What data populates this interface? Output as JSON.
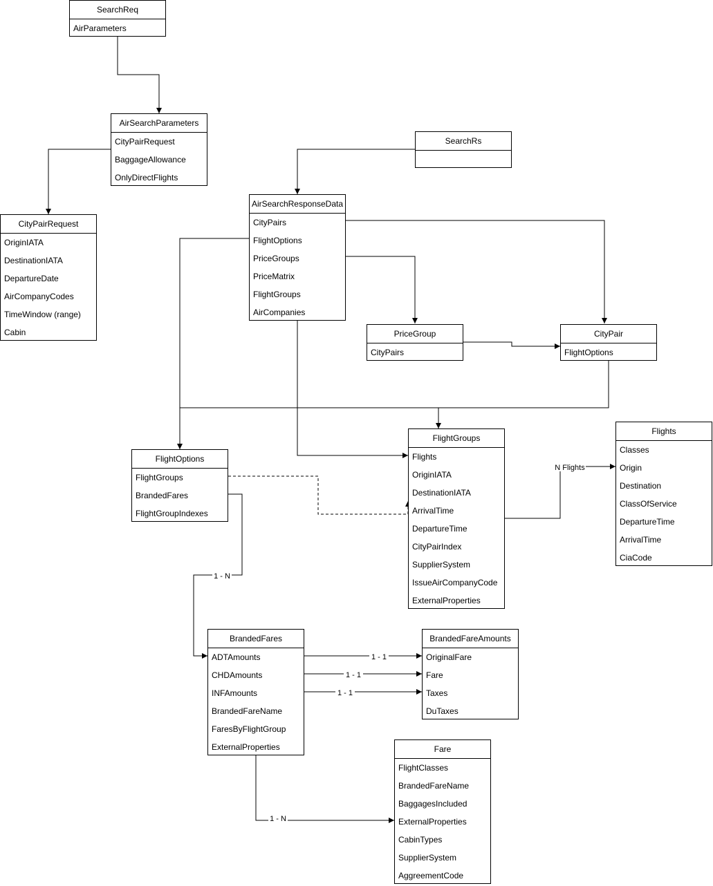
{
  "entities": [
    {
      "id": "searchreq",
      "title": "SearchReq",
      "fields": [
        "AirParameters"
      ]
    },
    {
      "id": "airsearchparameters",
      "title": "AirSearchParameters",
      "fields": [
        "CityPairRequest",
        "BaggageAllowance",
        "OnlyDirectFlights"
      ]
    },
    {
      "id": "searchrs",
      "title": "SearchRs",
      "fields": []
    },
    {
      "id": "citypairrequest",
      "title": "CityPairRequest",
      "fields": [
        "OriginIATA",
        "DestinationIATA",
        "DepartureDate",
        "AirCompanyCodes",
        "TimeWindow (range)",
        "Cabin"
      ]
    },
    {
      "id": "airsearchresponsedata",
      "title": "AirSearchResponseData",
      "fields": [
        "CityPairs",
        "FlightOptions",
        "PriceGroups",
        "PriceMatrix",
        "FlightGroups",
        "AirCompanies"
      ]
    },
    {
      "id": "pricegroup",
      "title": "PriceGroup",
      "fields": [
        "CityPairs"
      ]
    },
    {
      "id": "citypair",
      "title": "CityPair",
      "fields": [
        "FlightOptions"
      ]
    },
    {
      "id": "flightoptions",
      "title": "FlightOptions",
      "fields": [
        "FlightGroups",
        "BrandedFares",
        "FlightGroupIndexes"
      ]
    },
    {
      "id": "flightgroups",
      "title": "FlightGroups",
      "fields": [
        "Flights",
        "OriginIATA",
        "DestinationIATA",
        "ArrivalTime",
        "DepartureTime",
        "CityPairIndex",
        "SupplierSystem",
        "IssueAirCompanyCode",
        "ExternalProperties"
      ]
    },
    {
      "id": "flights",
      "title": "Flights",
      "fields": [
        "Classes",
        "Origin",
        "Destination",
        "ClassOfService",
        "DepartureTime",
        "ArrivalTime",
        "CiaCode"
      ]
    },
    {
      "id": "brandedfares",
      "title": "BrandedFares",
      "fields": [
        "ADTAmounts",
        "CHDAmounts",
        "INFAmounts",
        "BrandedFareName",
        "FaresByFlightGroup",
        "ExternalProperties"
      ]
    },
    {
      "id": "brandedfareamounts",
      "title": "BrandedFareAmounts",
      "fields": [
        "OriginalFare",
        "Fare",
        "Taxes",
        "DuTaxes"
      ]
    },
    {
      "id": "fare",
      "title": "Fare",
      "fields": [
        "FlightClasses",
        "BrandedFareName",
        "BaggagesIncluded",
        "ExternalProperties",
        "CabinTypes",
        "SupplierSystem",
        "AggreementCode"
      ]
    }
  ],
  "edge_labels": {
    "n_flights": "N Flights",
    "fo_bf": "1 - N",
    "adt": "1 - 1",
    "chd": "1 - 1",
    "inf": "1 - 1",
    "bf_fare": "1 - N"
  }
}
